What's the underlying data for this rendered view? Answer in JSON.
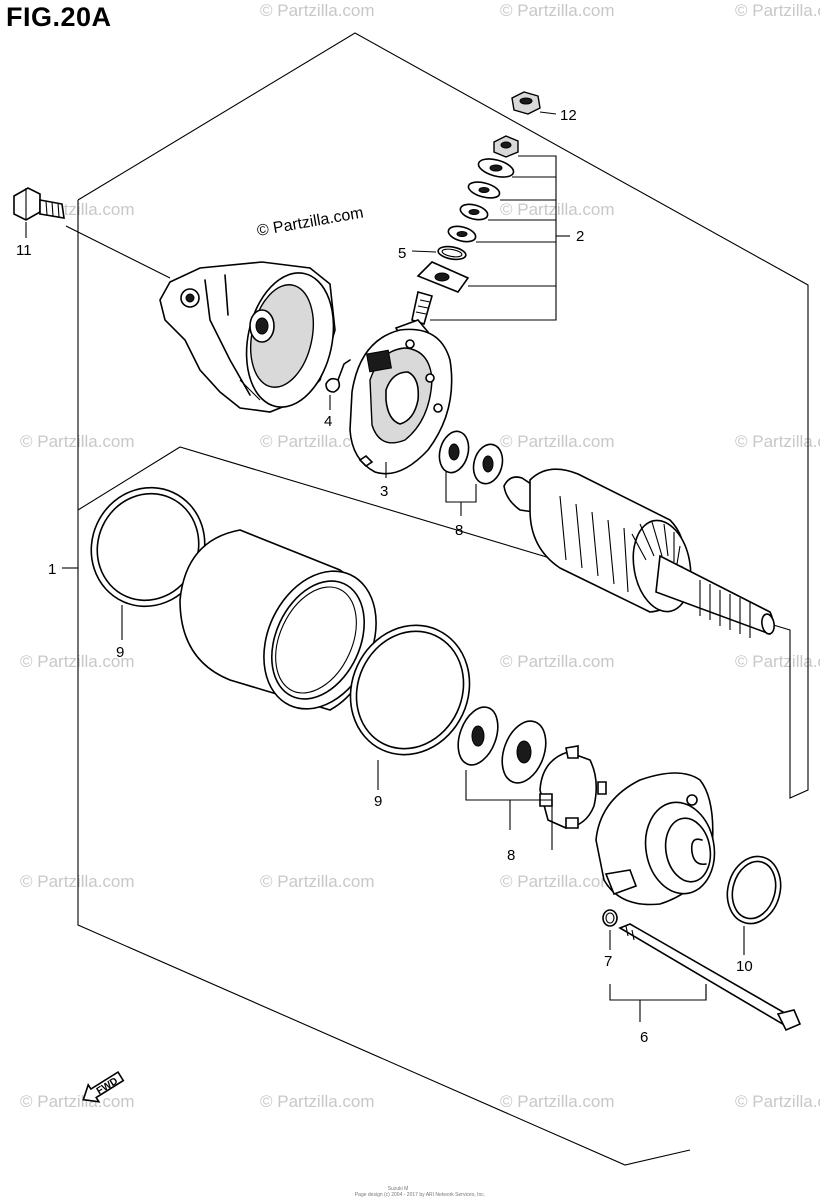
{
  "figure": {
    "title": "FIG.20A",
    "watermark_center": "© Partzilla.com",
    "watermark": "© Partzilla.com",
    "fwd_label": "FWD",
    "footer_line1": "Suzuki M",
    "footer_line2": "Page design (c) 2004 - 2017 by ARI Network Services, Inc."
  },
  "callouts": [
    {
      "id": "1",
      "label": "1"
    },
    {
      "id": "2",
      "label": "2"
    },
    {
      "id": "3",
      "label": "3"
    },
    {
      "id": "4",
      "label": "4"
    },
    {
      "id": "5",
      "label": "5"
    },
    {
      "id": "6",
      "label": "6"
    },
    {
      "id": "7",
      "label": "7"
    },
    {
      "id": "8a",
      "label": "8"
    },
    {
      "id": "8b",
      "label": "8"
    },
    {
      "id": "9a",
      "label": "9"
    },
    {
      "id": "9b",
      "label": "9"
    },
    {
      "id": "10",
      "label": "10"
    },
    {
      "id": "11",
      "label": "11"
    },
    {
      "id": "12",
      "label": "12"
    }
  ]
}
